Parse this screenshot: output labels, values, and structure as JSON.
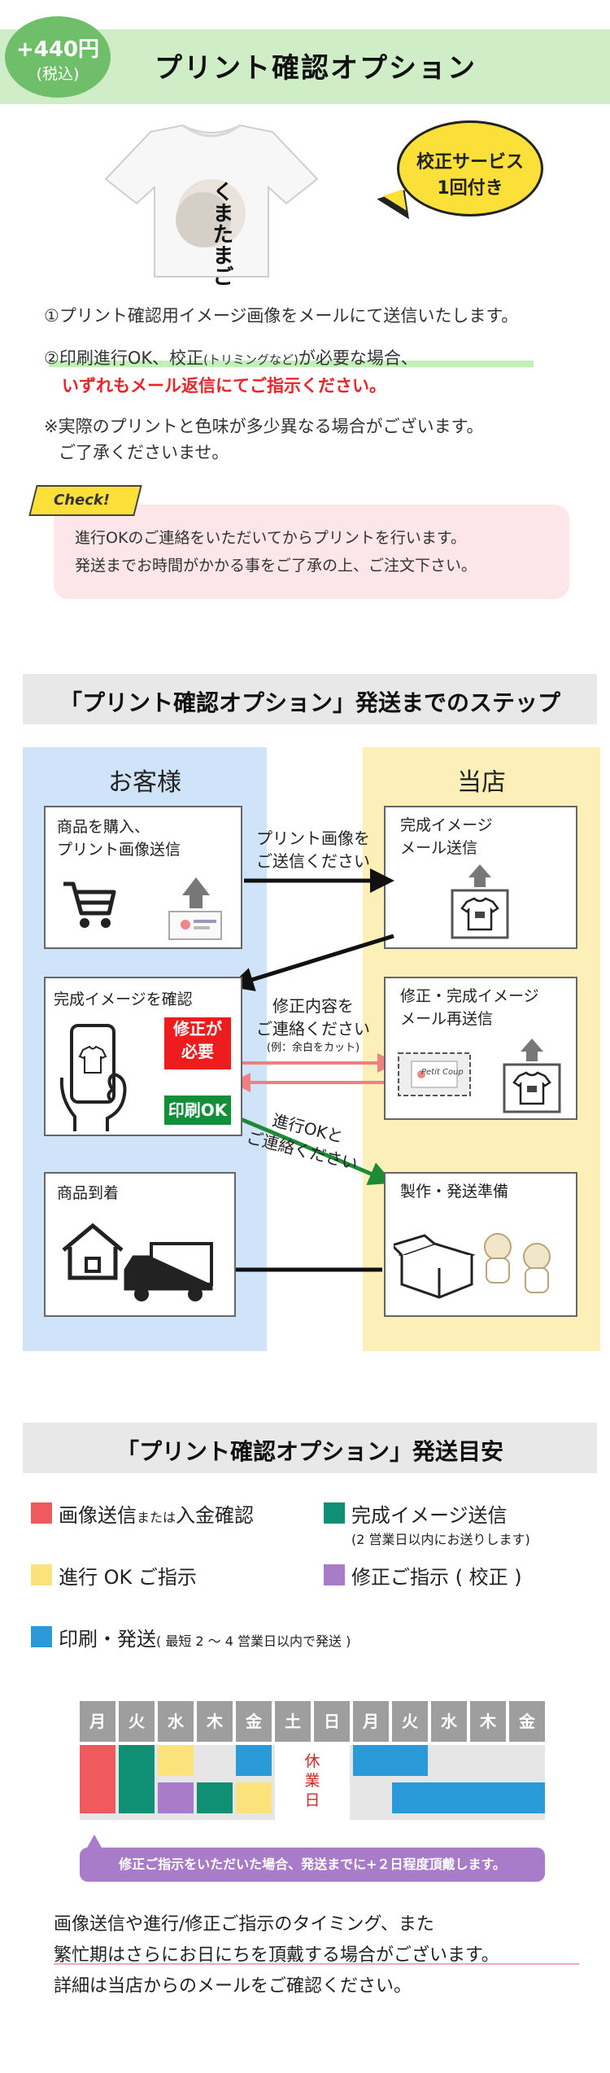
{
  "header": {
    "title": "プリント確認オプション",
    "price_main": "+440円",
    "price_sub": "(税込)",
    "bubble_line1": "校正サービス",
    "bubble_line2": "1回付き",
    "shirt_logo_text": "くまたまご"
  },
  "notes": {
    "line1": "①プリント確認用イメージ画像をメールにて送信いたします。",
    "line2_main": "②印刷進行OK、校正",
    "line2_small": "(トリミングなど)",
    "line2_end": "が必要な場合、",
    "line2_red": "いずれもメール返信にてご指示ください。",
    "line3": "※実際のプリントと色味が多少異なる場合がございます。",
    "line4": "ご了承くださいませ。",
    "check_label": "Check!",
    "pink_line1": "進行OKのご連絡をいただいてからプリントを行います。",
    "pink_line2": "発送までお時間がかかる事をご了承の上、ご注文下さい。"
  },
  "steps": {
    "title": "「プリント確認オプション」発送までのステップ",
    "col_customer": "お客様",
    "col_shop": "当店",
    "c1": [
      "商品を購入、",
      "プリント画像送信"
    ],
    "s1": [
      "完成イメージ",
      "メール送信"
    ],
    "c2": "完成イメージを確認",
    "s2": [
      "修正・完成イメージ",
      "メール再送信"
    ],
    "c3": "商品到着",
    "s3": "製作・発送準備",
    "arrow1": [
      "プリント画像を",
      "ご送信ください"
    ],
    "arrow2": [
      "修正内容を",
      "ご連絡ください"
    ],
    "arrow2_note": "(例：余白をカット)",
    "arrow3": [
      "進行OKと",
      "ご連絡ください"
    ],
    "flag_fix": [
      "修正が",
      "必要"
    ],
    "flag_ok": "印刷OK",
    "brand_card": "Petit Coup"
  },
  "schedule": {
    "title": "「プリント確認オプション」発送目安",
    "legend": {
      "image_send_a": "画像送信",
      "image_send_small": "または",
      "image_send_b": "入金確認",
      "complete_image": "完成イメージ送信",
      "complete_note": "(2 営業日以内にお送りします)",
      "progress_ok": "進行 OK ご指示",
      "fix_instruct": "修正ご指示 ( 校正 )",
      "print_ship": "印刷・発送",
      "print_note": "( 最短 2 ～ 4 営業日以内で発送 )"
    },
    "days": [
      "月",
      "火",
      "水",
      "木",
      "金",
      "土",
      "日",
      "月",
      "火",
      "水",
      "木",
      "金"
    ],
    "holiday": [
      "休",
      "業",
      "日"
    ],
    "purple_note": "修正ご指示をいただいた場合、発送までに+２日程度頂戴します。",
    "footer1": "画像送信や進行/修正ご指示のタイミング、また",
    "footer2": "繁忙期はさらにお日にちを頂戴する場合がございます。",
    "footer3": "詳細は当店からのメールをご確認ください。"
  },
  "colors": {
    "red": "#ef5a5e",
    "teal": "#0f8f74",
    "yellow": "#fce27a",
    "purple": "#a87cc8",
    "blue": "#2b9ad8"
  }
}
